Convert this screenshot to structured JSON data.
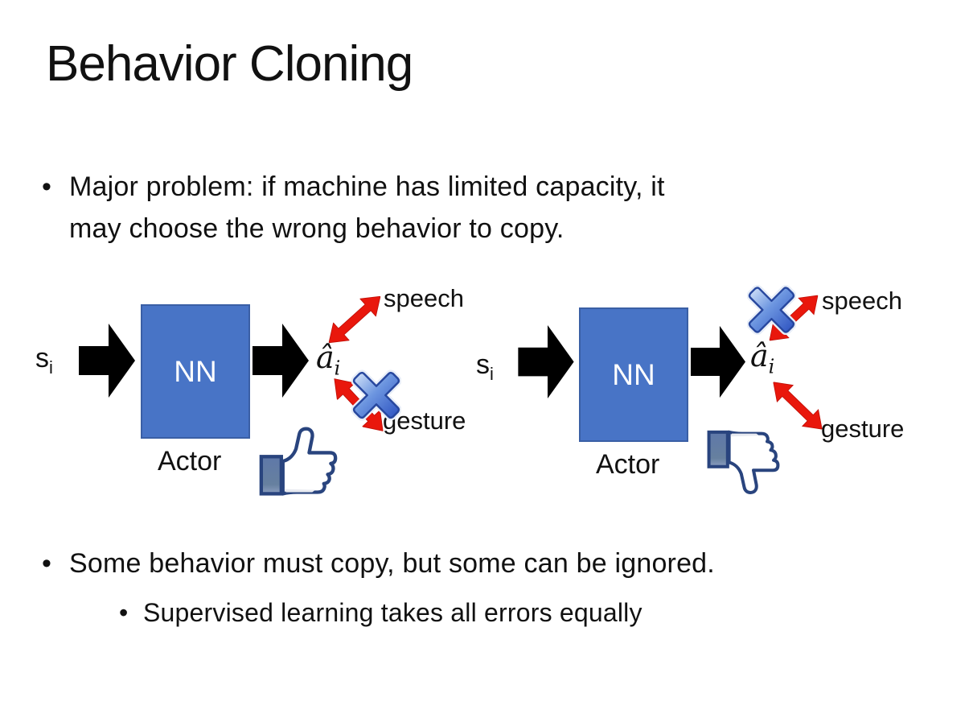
{
  "title": "Behavior Cloning",
  "glyphs": {
    "bullet": "•"
  },
  "bullets": {
    "b1_line1": "Major problem: if machine has limited capacity, it",
    "b1_line2": "may choose the wrong behavior to copy.",
    "b2": "Some behavior must copy, but some can be ignored.",
    "b2_sub": "Supervised learning takes all errors equally"
  },
  "diagram": {
    "left": {
      "input_base": "s",
      "input_sub": "i",
      "nn_label": "NN",
      "actor_label": "Actor",
      "output_base": "â",
      "output_sub": "i",
      "speech_label": "speech",
      "gesture_label": "gesture",
      "crossed_out_behavior": "gesture",
      "feedback_icon": "thumbs-up-icon"
    },
    "right": {
      "input_base": "s",
      "input_sub": "i",
      "nn_label": "NN",
      "actor_label": "Actor",
      "output_base": "â",
      "output_sub": "i",
      "speech_label": "speech",
      "gesture_label": "gesture",
      "crossed_out_behavior": "speech",
      "feedback_icon": "thumbs-down-icon"
    }
  },
  "icons": {
    "block_arrow": "black-block-arrow-icon",
    "double_arrow": "red-double-arrow-icon",
    "cross": "blue-cross-icon",
    "thumbs_up": "thumbs-up-icon",
    "thumbs_down": "thumbs-down-icon"
  },
  "colors": {
    "text": "#111111",
    "nn_box_fill": "#4874C6",
    "nn_box_border": "#3A5FA5",
    "arrow_black": "#000000",
    "arrow_red": "#E9170C",
    "arrow_red_edge": "#C01008",
    "cross_blue_light": "#D9E7FA",
    "cross_blue_mid": "#6D96E0",
    "cross_blue_dark": "#2B50C0",
    "cross_border": "#27479E",
    "thumb_outline": "#29447E",
    "thumb_sleeve": "#5F78A9",
    "thumb_sleeve_light": "#8C9EC0",
    "thumb_shade": "#E8EAF0"
  }
}
